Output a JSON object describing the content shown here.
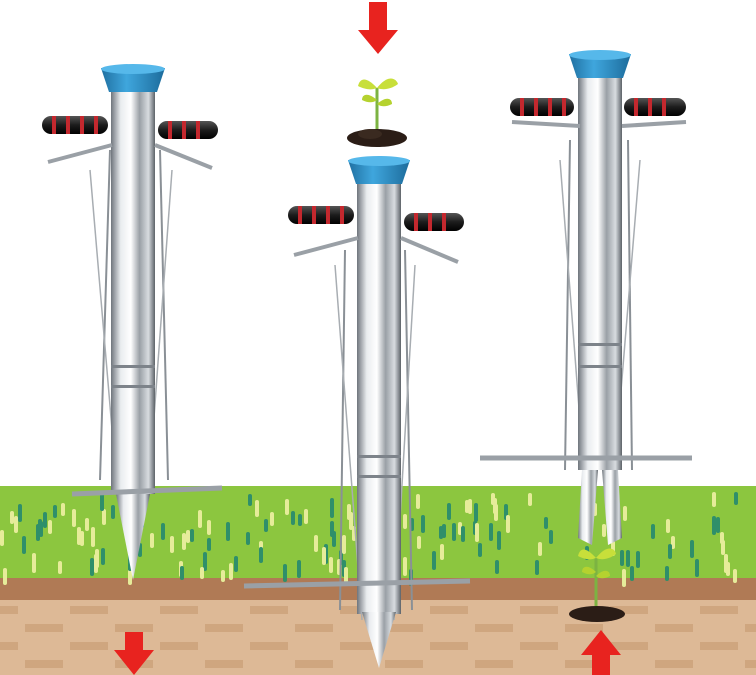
{
  "colors": {
    "background": "#ffffff",
    "grass": "#8cc63f",
    "grass_dark": "#79b336",
    "grass_dash_light": "#e6ec9a",
    "grass_dash_dark": "#2f8f6a",
    "soil_top": "#b07a55",
    "soil": "#ddb996",
    "soil_brick": "#cfa67f",
    "steel_light": "#f2f3f5",
    "steel_dark": "#6f757c",
    "cap": "#2b8fc9",
    "handle": "#222222",
    "handle_stripe": "#c3282e",
    "arrow": "#e8231f",
    "seedling": "#c8df3a",
    "seedling_stem": "#7cb342",
    "dirt": "#2b1d16"
  },
  "steps": [
    {
      "name": "insert",
      "arrow": "down",
      "arrow_icon": "arrow-down-icon"
    },
    {
      "name": "drop-seedling",
      "arrow": "down",
      "arrow_icon": "arrow-down-icon"
    },
    {
      "name": "release",
      "arrow": "up",
      "arrow_icon": "arrow-up-icon"
    }
  ]
}
